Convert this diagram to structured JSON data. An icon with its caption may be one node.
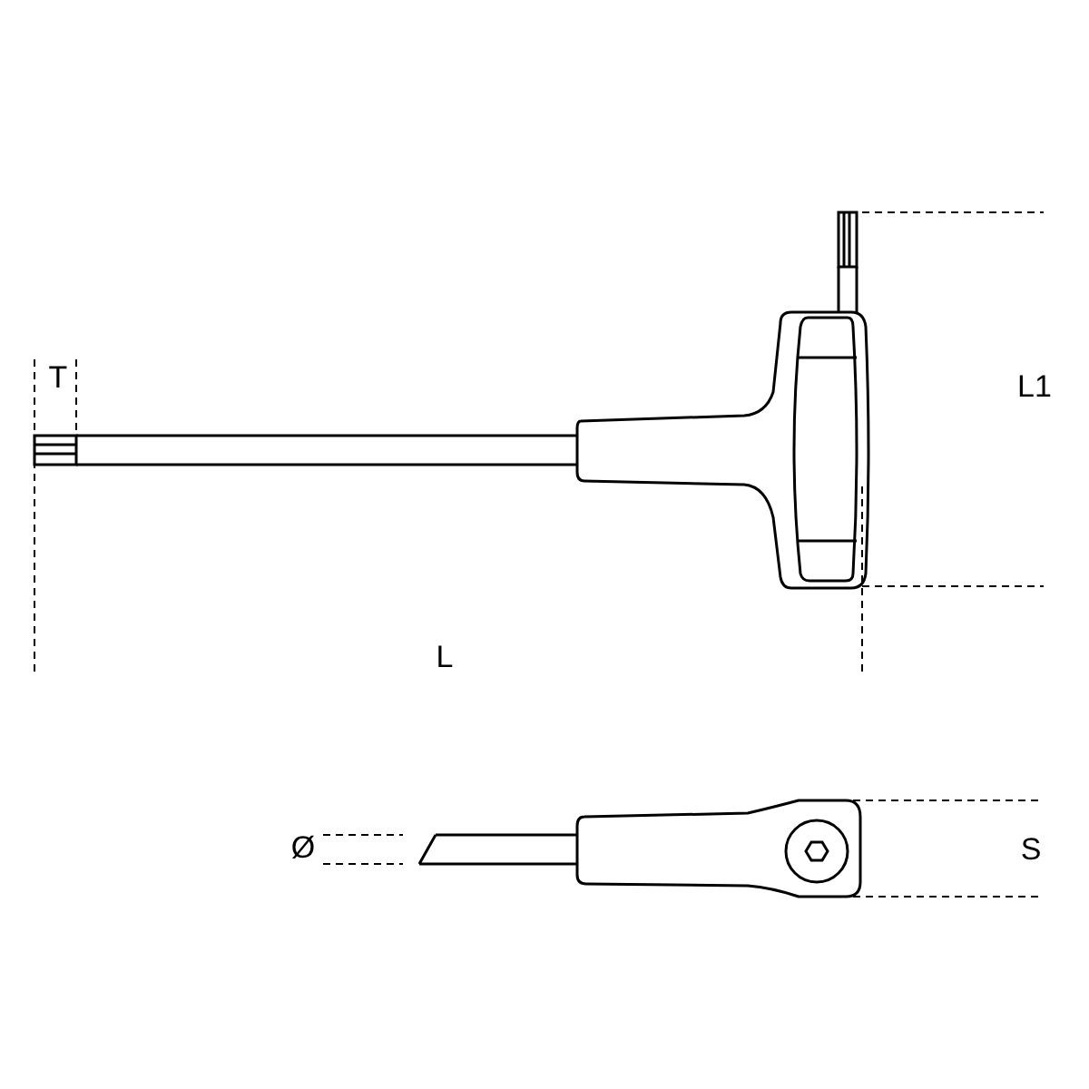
{
  "diagram": {
    "labels": [
      "T",
      "L1",
      "L",
      "Ø",
      "S"
    ]
  }
}
